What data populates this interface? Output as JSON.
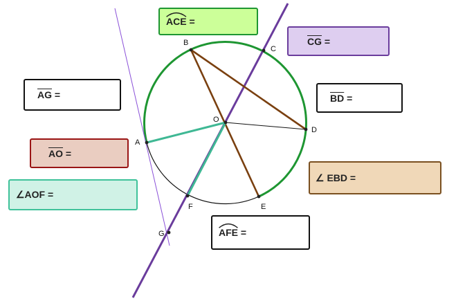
{
  "points": {
    "A": "A",
    "B": "B",
    "C": "C",
    "D": "D",
    "E": "E",
    "F": "F",
    "G": "G",
    "O": "O"
  },
  "boxes": {
    "ace": {
      "name": "ACE",
      "suffix": " =",
      "bg": "#ccff99",
      "border": "#1e9632"
    },
    "cg": {
      "name": "CG",
      "suffix": " =",
      "bg": "#decef0",
      "border": "#6a3c9c"
    },
    "bd": {
      "name": "BD",
      "suffix": " =",
      "bg": "#ffffff",
      "border": "#111111"
    },
    "ag": {
      "name": "AG",
      "suffix": " =",
      "bg": "#ffffff",
      "border": "#111111"
    },
    "ao": {
      "name": "AO",
      "suffix": " =",
      "bg": "#eacdc1",
      "border": "#9a1515"
    },
    "aof": {
      "prefix": "∠AOF",
      "suffix": " =",
      "bg": "#d0f2e6",
      "border": "#3fc29a"
    },
    "ebd": {
      "prefix": "∠ EBD",
      "suffix": " =",
      "bg": "#f0d8b8",
      "border": "#7a5020"
    },
    "afe": {
      "name": "AFE",
      "suffix": " =",
      "bg": "#ffffff",
      "border": "#111111"
    }
  },
  "colors": {
    "major_arc": "#1e9632",
    "minor_arc": "#111111",
    "secant_line": "#6a3c9c",
    "tangent_line": "#8a50d8",
    "chord_brown": "#7a4010",
    "radius_teal": "#3fb894",
    "radius_thin": "#111111"
  }
}
